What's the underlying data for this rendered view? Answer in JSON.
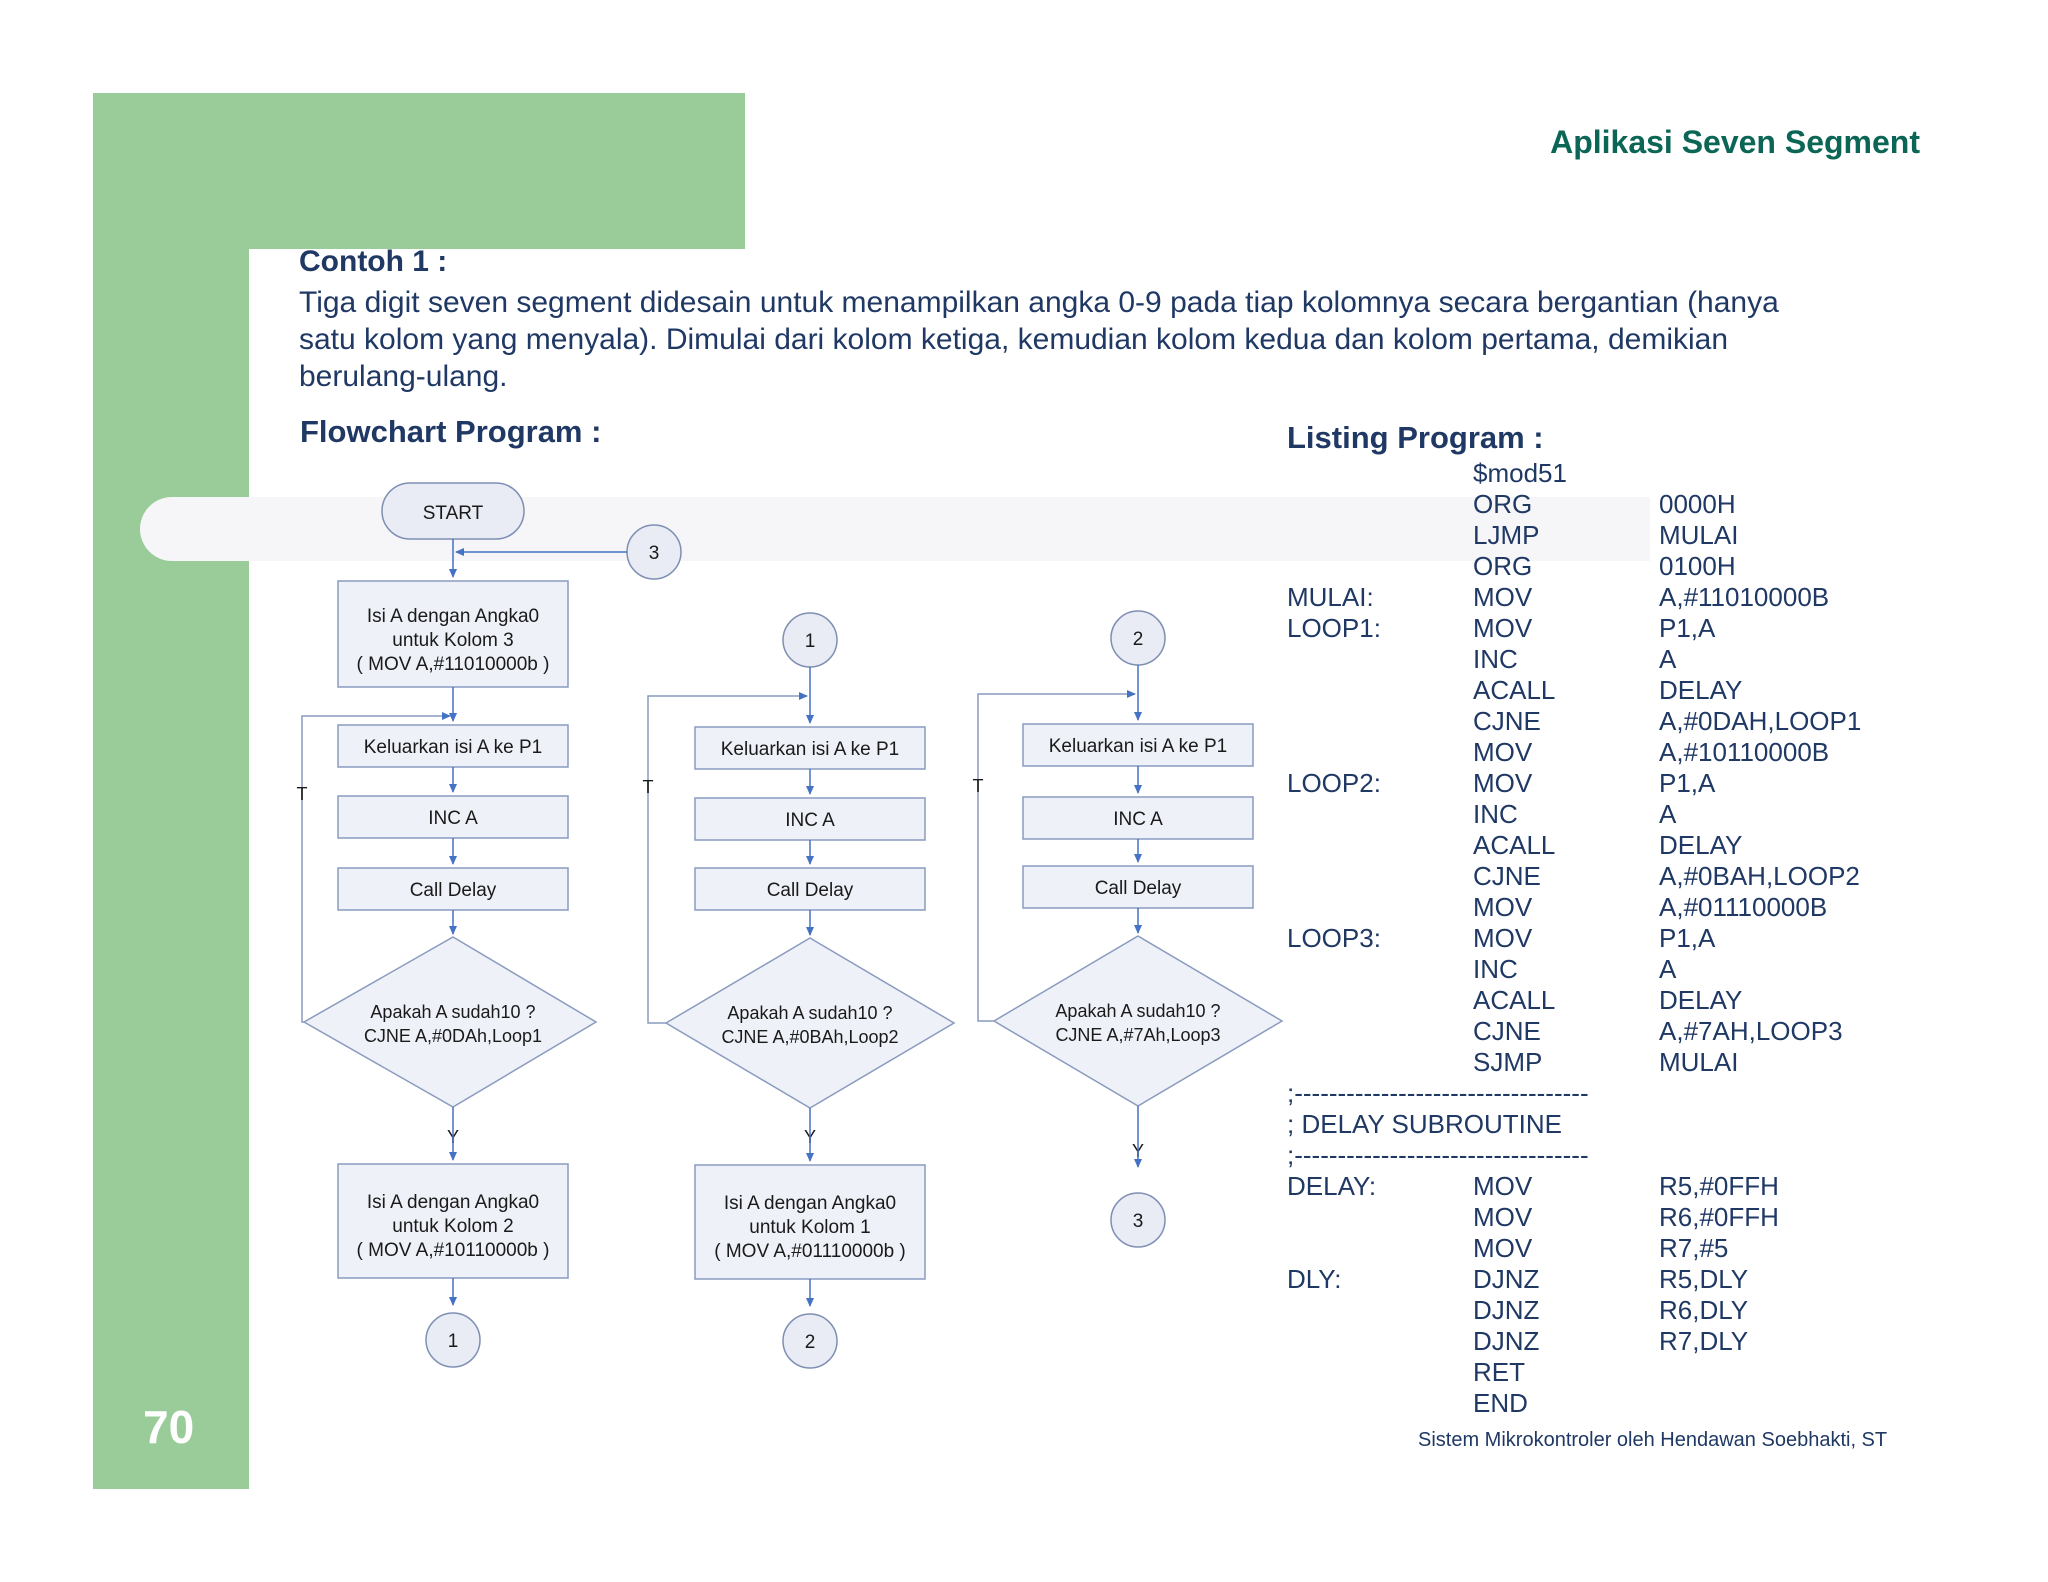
{
  "header": {
    "title": "Aplikasi Seven Segment"
  },
  "page_number": "70",
  "example": {
    "heading": "Contoh 1 :",
    "description": "Tiga digit seven segment didesain untuk menampilkan angka 0-9 pada tiap kolomnya secara bergantian (hanya satu kolom yang menyala). Dimulai dari kolom ketiga, kemudian kolom kedua dan kolom pertama, demikian berulang-ulang."
  },
  "flowchart": {
    "title": "Flowchart Program :",
    "start": "START",
    "connector_3": "3",
    "init": [
      "Isi A dengan Angka0",
      "untuk Kolom 3",
      "( MOV A,#11010000b )"
    ],
    "columns": [
      {
        "entry": "",
        "out": "Keluarkan isi A ke P1",
        "inc": "INC A",
        "delay": "Call Delay",
        "decision": [
          "Apakah A sudah10 ?",
          "CJNE A,#0DAh,Loop1"
        ],
        "no_label": "T",
        "yes_label": "Y",
        "next": [
          "Isi A dengan Angka0",
          "untuk Kolom 2",
          "( MOV A,#10110000b )"
        ],
        "exit": "1"
      },
      {
        "entry": "1",
        "out": "Keluarkan isi A ke P1",
        "inc": "INC A",
        "delay": "Call Delay",
        "decision": [
          "Apakah A sudah10 ?",
          "CJNE A,#0BAh,Loop2"
        ],
        "no_label": "T",
        "yes_label": "Y",
        "next": [
          "Isi A dengan Angka0",
          "untuk Kolom 1",
          "( MOV A,#01110000b )"
        ],
        "exit": "2"
      },
      {
        "entry": "2",
        "out": "Keluarkan isi A ke P1",
        "inc": "INC A",
        "delay": "Call Delay",
        "decision": [
          "Apakah A sudah10 ?",
          "CJNE A,#7Ah,Loop3"
        ],
        "no_label": "T",
        "yes_label": "Y",
        "exit": "3"
      }
    ]
  },
  "listing": {
    "title": "Listing Program :",
    "lines": [
      [
        "",
        "$mod51",
        ""
      ],
      [
        "",
        "ORG",
        "0000H"
      ],
      [
        "",
        "LJMP",
        "MULAI"
      ],
      [
        "",
        "ORG",
        "0100H"
      ],
      [
        "MULAI:",
        "MOV",
        "A,#11010000B"
      ],
      [
        "LOOP1:",
        "MOV",
        "P1,A"
      ],
      [
        "",
        "INC",
        "A"
      ],
      [
        "",
        "ACALL",
        "DELAY"
      ],
      [
        "",
        "CJNE",
        "A,#0DAH,LOOP1"
      ],
      [
        "",
        "MOV",
        "A,#10110000B"
      ],
      [
        "LOOP2:",
        "MOV",
        "P1,A"
      ],
      [
        "",
        "INC",
        "A"
      ],
      [
        "",
        "ACALL",
        "DELAY"
      ],
      [
        "",
        "CJNE",
        "A,#0BAH,LOOP2"
      ],
      [
        "",
        "MOV",
        "A,#01110000B"
      ],
      [
        "LOOP3:",
        "MOV",
        "P1,A"
      ],
      [
        "",
        "INC",
        "A"
      ],
      [
        "",
        "ACALL",
        "DELAY"
      ],
      [
        "",
        "CJNE",
        "A,#7AH,LOOP3"
      ],
      [
        "",
        "SJMP",
        "MULAI"
      ],
      [
        ";----------------------------------",
        "",
        ""
      ],
      [
        "; DELAY SUBROUTINE",
        "",
        ""
      ],
      [
        ";----------------------------------",
        "",
        ""
      ],
      [
        "DELAY:",
        "MOV",
        "R5,#0FFH"
      ],
      [
        "",
        "MOV",
        "R6,#0FFH"
      ],
      [
        "",
        "MOV",
        "R7,#5"
      ],
      [
        "DLY:",
        "DJNZ",
        "R5,DLY"
      ],
      [
        "",
        "DJNZ",
        "R6,DLY"
      ],
      [
        "",
        "DJNZ",
        "R7,DLY"
      ],
      [
        "",
        "RET",
        ""
      ],
      [
        "",
        "END",
        ""
      ]
    ]
  },
  "footer": {
    "credit": "Sistem Mikrokontroler oleh Hendawan Soebhakti, ST"
  },
  "colors": {
    "accent_green": "#99cc99",
    "title_teal": "#0c6655",
    "text_navy": "#1f3864",
    "box_fill": "#eef1f8",
    "box_stroke": "#8a9bbf",
    "arrow": "#4472c4"
  }
}
